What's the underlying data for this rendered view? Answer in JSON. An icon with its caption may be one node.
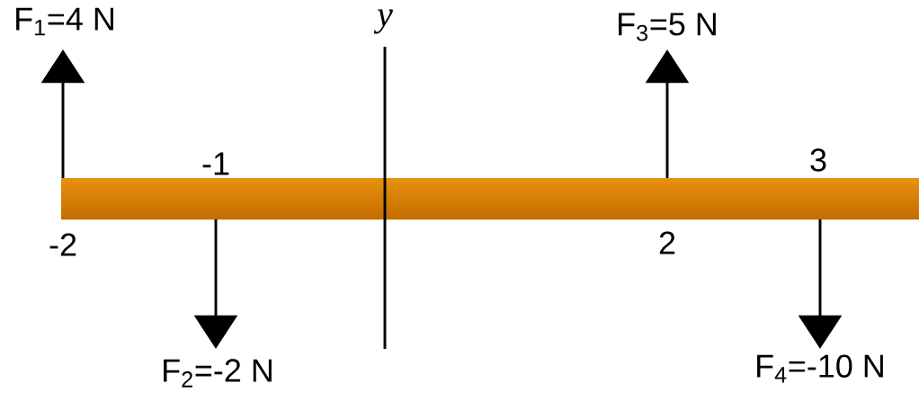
{
  "diagram": {
    "labels": [
      "F$_{1}$=4 N",
      "y",
      "F$_{3}$=5 N",
      "-1",
      "3",
      "-2",
      "2",
      "F$_{2}$=-2 N",
      "F$_{4}$=-10 N"
    ]
  }
}
